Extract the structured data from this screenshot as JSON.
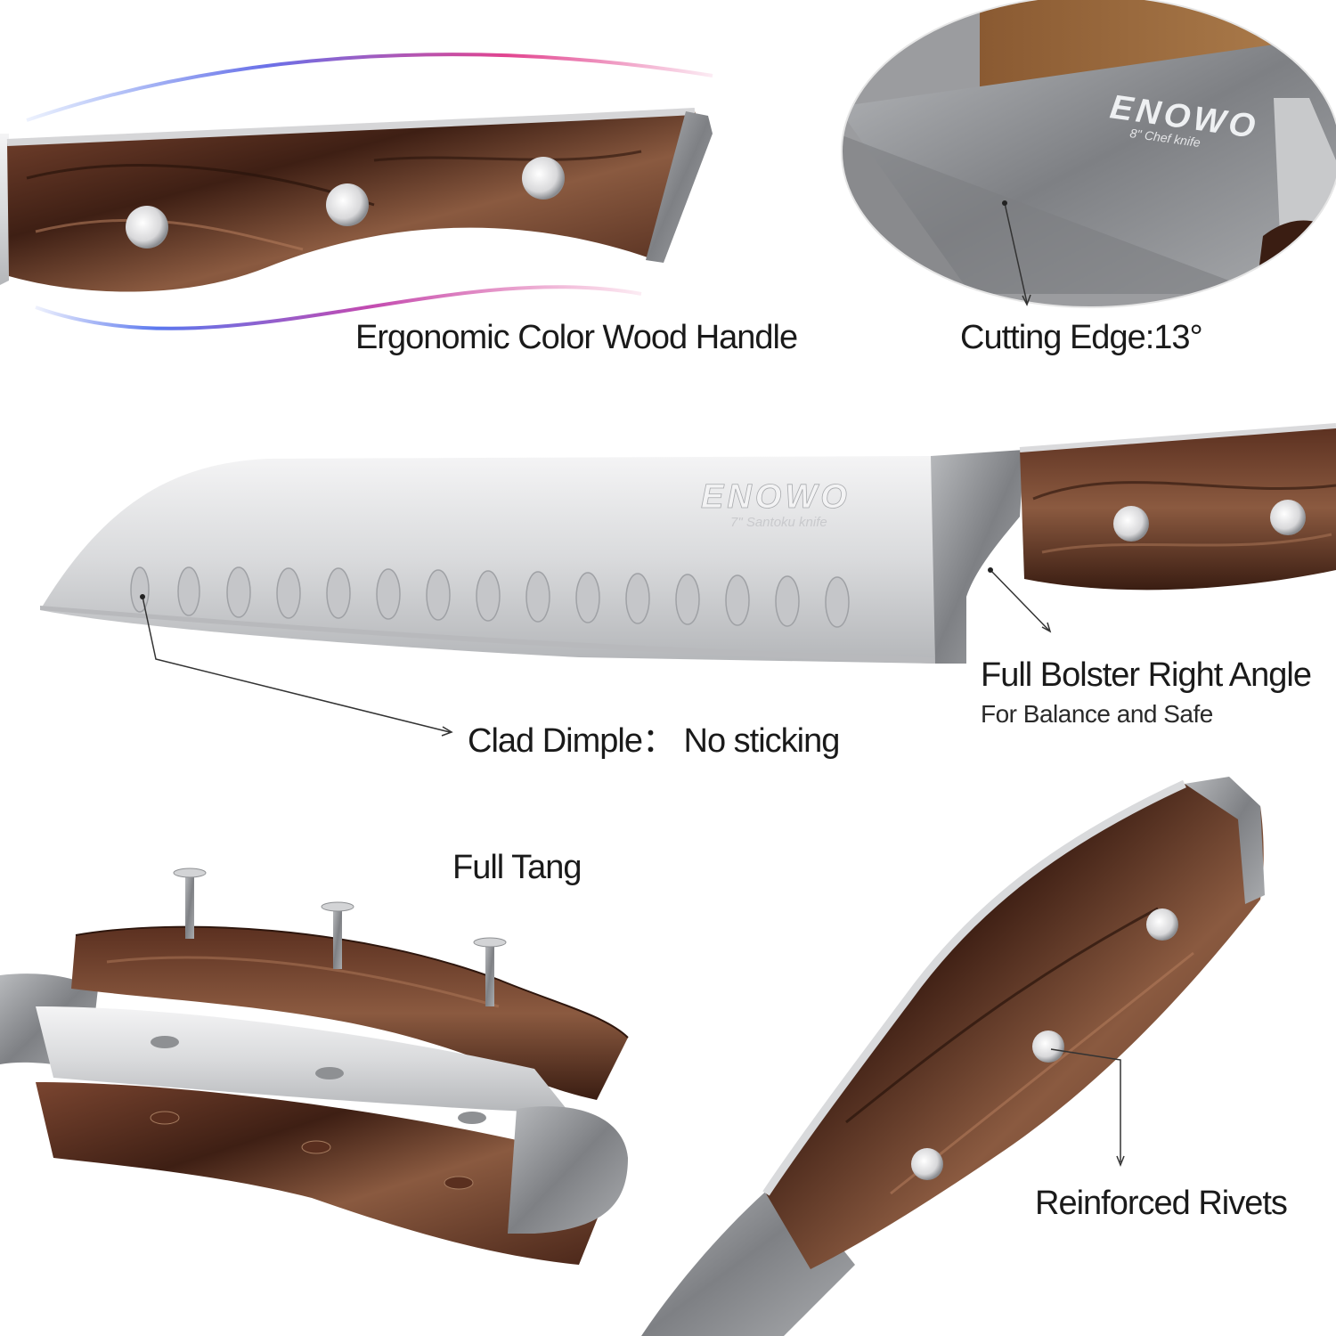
{
  "callouts": {
    "handle": "Ergonomic Color Wood Handle",
    "edge": "Cutting Edge:13°",
    "dimple": "Clad Dimple： No sticking",
    "bolster": "Full Bolster Right Angle",
    "bolster_sub": "For Balance and Safe",
    "tang": "Full Tang",
    "rivets": "Reinforced Rivets"
  },
  "blade_engravings": {
    "chef_brand": "ENOWO",
    "chef_model": "8\" Chef knife",
    "santoku_brand": "ENOWO",
    "santoku_model": "7\" Santoku knife"
  },
  "colors": {
    "wood_dark": "#3a1d12",
    "wood_mid": "#6b3a26",
    "wood_light": "#9a6a4e",
    "steel_light": "#e8e8ea",
    "steel_dark": "#8c8e92",
    "accent_blue": "#5a7ff0",
    "accent_pink": "#e0448f"
  },
  "icons": [
    "knife-handle-image",
    "chef-knife-closeup-image",
    "santoku-knife-image",
    "full-tang-exploded-image",
    "rivet-handle-closeup-image"
  ]
}
